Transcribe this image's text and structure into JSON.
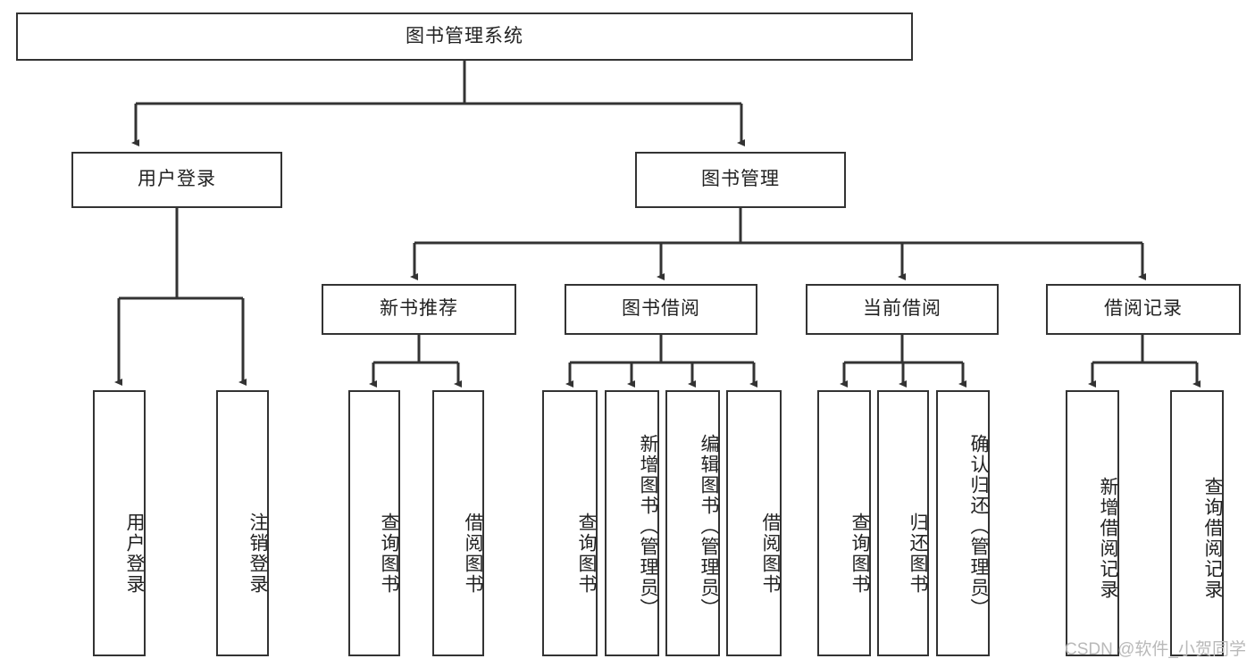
{
  "diagram": {
    "type": "tree",
    "title": "图书管理系统",
    "root": {
      "label": "图书管理系统"
    },
    "level1": [
      {
        "label": "用户登录"
      },
      {
        "label": "图书管理"
      }
    ],
    "level2": [
      {
        "label": "新书推荐"
      },
      {
        "label": "图书借阅"
      },
      {
        "label": "当前借阅"
      },
      {
        "label": "借阅记录"
      }
    ],
    "leaves": {
      "user_login": [
        {
          "label": "用户登录"
        },
        {
          "label": "注销登录"
        }
      ],
      "new_book_recommend": [
        {
          "label": "查询图书"
        },
        {
          "label": "借阅图书"
        }
      ],
      "book_borrow": [
        {
          "label": "查询图书"
        },
        {
          "label": "新增图书（管理员）"
        },
        {
          "label": "编辑图书（管理员）"
        },
        {
          "label": "借阅图书"
        }
      ],
      "current_borrow": [
        {
          "label": "查询图书"
        },
        {
          "label": "归还图书"
        },
        {
          "label": "确认归还（管理员）"
        }
      ],
      "borrow_record": [
        {
          "label": "新增借阅记录"
        },
        {
          "label": "查询借阅记录"
        }
      ]
    }
  },
  "watermark": {
    "text": "CSDN @软件_小贺同学"
  },
  "colors": {
    "border": "#333333",
    "background": "#ffffff",
    "text": "#222222",
    "watermark": "#b9b9b9"
  }
}
